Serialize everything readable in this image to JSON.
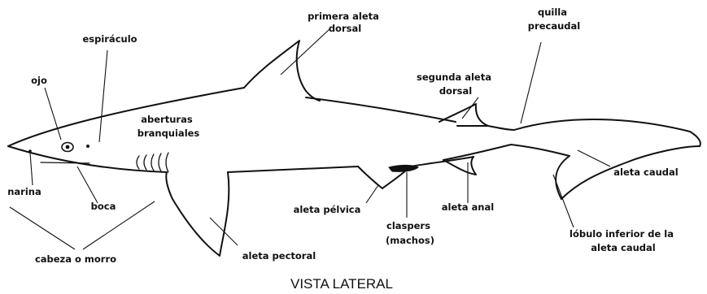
{
  "title": "VISTA LATERAL",
  "labels": {
    "espiraculo": "espiráculo",
    "primera_aleta": [
      "primera aleta",
      "dorsal"
    ],
    "quilla": [
      "quilla",
      "precaudal"
    ],
    "ojo": "ojo",
    "segunda_aleta": [
      "segunda aleta",
      "dorsal"
    ],
    "aberturas": [
      "aberturas",
      "branquiales"
    ],
    "narina": "narina",
    "boca": "boca",
    "aleta_caudal": "aleta caudal",
    "aleta_pelvica": "aleta pélvica",
    "aleta_anal": "aleta anal",
    "claspers": [
      "claspers",
      "(machos)"
    ],
    "lobulo": [
      "lóbulo inferior de la",
      "aleta caudal"
    ],
    "cabeza": "cabeza o morro",
    "aleta_pectoral": "aleta pectoral"
  }
}
